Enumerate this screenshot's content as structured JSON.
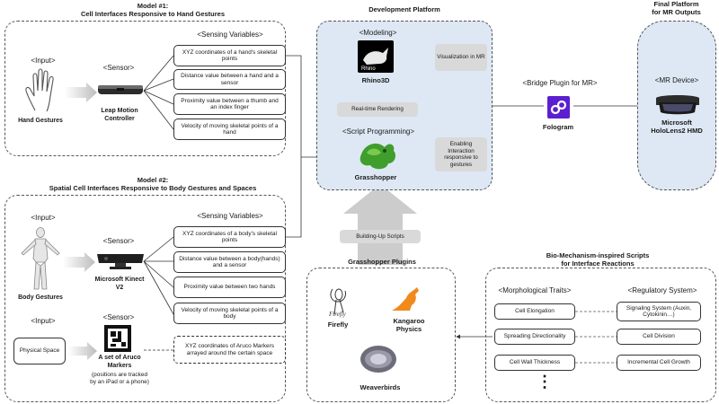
{
  "model1": {
    "title_line1": "Model #1:",
    "title_line2": "Cell Interfaces Responsive to Hand Gestures",
    "input_tag": "<Input>",
    "input_label": "Hand Gestures",
    "sensor_tag": "<Sensor>",
    "sensor_label_line1": "Leap Motion",
    "sensor_label_line2": "Controller",
    "variables_tag": "<Sensing Variables>",
    "variables": [
      "XYZ coordinates of a hand's skeletal points",
      "Distance value between a hand and a sensor",
      "Proximity value between a thumb and an index finger",
      "Velocity of moving skeletal points of a hand"
    ]
  },
  "model2": {
    "title_line1": "Model #2:",
    "title_line2": "Spatial Cell Interfaces Responsive to Body Gestures and Spaces",
    "input_tag": "<Input>",
    "input_label": "Body Gestures",
    "sensor_tag": "<Sensor>",
    "sensor_label_line1": "Microsoft Kinect",
    "sensor_label_line2": "V2",
    "variables_tag": "<Sensing Variables>",
    "variables": [
      "XYZ coordinates of a body's skeletal points",
      "Distance value between a body(hands) and a sensor",
      "Proximity value between two hands",
      "Velocity of moving skeletal points of a body"
    ],
    "input2_tag": "<Input>",
    "input2_box": "Physical Space",
    "sensor2_tag": "<Sensor>",
    "sensor2_label_line1": "A set of Aruco",
    "sensor2_label_line2": "Markers",
    "sensor2_note": "(positions are tracked by an iPad or a phone)",
    "variable2": "XYZ coordinates of Aruco Markers arrayed around the certain space"
  },
  "dev": {
    "title": "Development Platform",
    "modeling_tag": "<Modeling>",
    "rhino_label": "Rhino3D",
    "rhino_logo_text": "Rhino",
    "visualization": "Visualization in MR",
    "realtime": "Real-time Rendering",
    "script_tag": "<Script Programming>",
    "grasshopper_label": "Grasshopper",
    "enabling": "Enabling Interaction responsive to gestures"
  },
  "bridge": {
    "tag": "<Bridge Plugin for MR>",
    "label": "Fologram"
  },
  "final": {
    "title_line1": "Final Platform",
    "title_line2": "for MR Outputs",
    "device_tag": "<MR Device>",
    "device_line1": "Microsoft",
    "device_line2": "HoloLens2 HMD"
  },
  "plugins": {
    "building_up": "Building-Up Scripts",
    "title": "Grasshopper Plugins",
    "firefly": "Firefly",
    "kangaroo_line1": "Kangaroo",
    "kangaroo_line2": "Physics",
    "weaverbirds": "Weaverbirds"
  },
  "bio": {
    "title_line1": "Bio-Mechanism-inspired Scripts",
    "title_line2": "for Interface Reactions",
    "morph_tag": "<Morphological Traits>",
    "reg_tag": "<Regulatory System>",
    "traits": [
      "Cell Elongation",
      "Spreading Directionality",
      "Cell Wall Thickness"
    ],
    "regulatory": [
      "Signaling System (Auxin, Cytokinin…)",
      "Cell Division",
      "Incremental Cell Growth"
    ],
    "ellipsis": "⋮"
  }
}
